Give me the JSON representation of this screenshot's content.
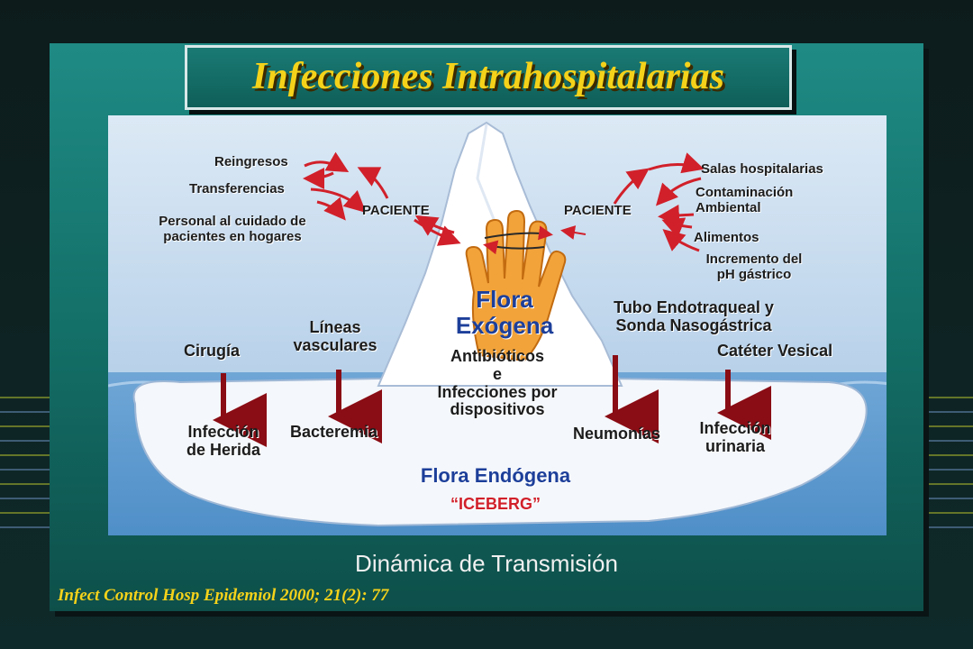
{
  "title": "Infecciones Intrahospitalarias",
  "left": {
    "reingresos": "Reingresos",
    "transferencias": "Transferencias",
    "personal_1": "Personal al cuidado de",
    "personal_2": "pacientes en hogares",
    "paciente": "PACIENTE"
  },
  "right": {
    "paciente": "PACIENTE",
    "salas": "Salas hospitalarias",
    "contaminacion_1": "Contaminación",
    "contaminacion_2": "Ambiental",
    "alimentos": "Alimentos",
    "ph_1": "Incremento del",
    "ph_2": "pH gástrico"
  },
  "center": {
    "flora_1": "Flora",
    "flora_2": "Exógena",
    "antibioticos": "Antibióticos",
    "e": "e",
    "infecciones_1": "Infecciones por",
    "infecciones_2": "dispositivos",
    "flora_endogena": "Flora Endógena",
    "iceberg": "“ICEBERG”"
  },
  "devices": {
    "cirugia": "Cirugía",
    "lineas_1": "Líneas",
    "lineas_2": "vasculares",
    "tubo_1": "Tubo Endotraqueal y",
    "tubo_2": "Sonda Nasogástrica",
    "cateter": "Catéter Vesical"
  },
  "outcomes": {
    "herida_1": "Infección",
    "herida_2": "de Herida",
    "bacteremia": "Bacteremia",
    "neumonias": "Neumonías",
    "urinaria_1": "Infección",
    "urinaria_2": "urinaria"
  },
  "footer": "Dinámica de Transmisión",
  "citation": "Infect Control Hosp Epidemiol 2000; 21(2): 77",
  "colors": {
    "title": "#f5d21a",
    "slide": "#137068",
    "arrow": "#d1202a",
    "flora": "#1d3f9a"
  }
}
